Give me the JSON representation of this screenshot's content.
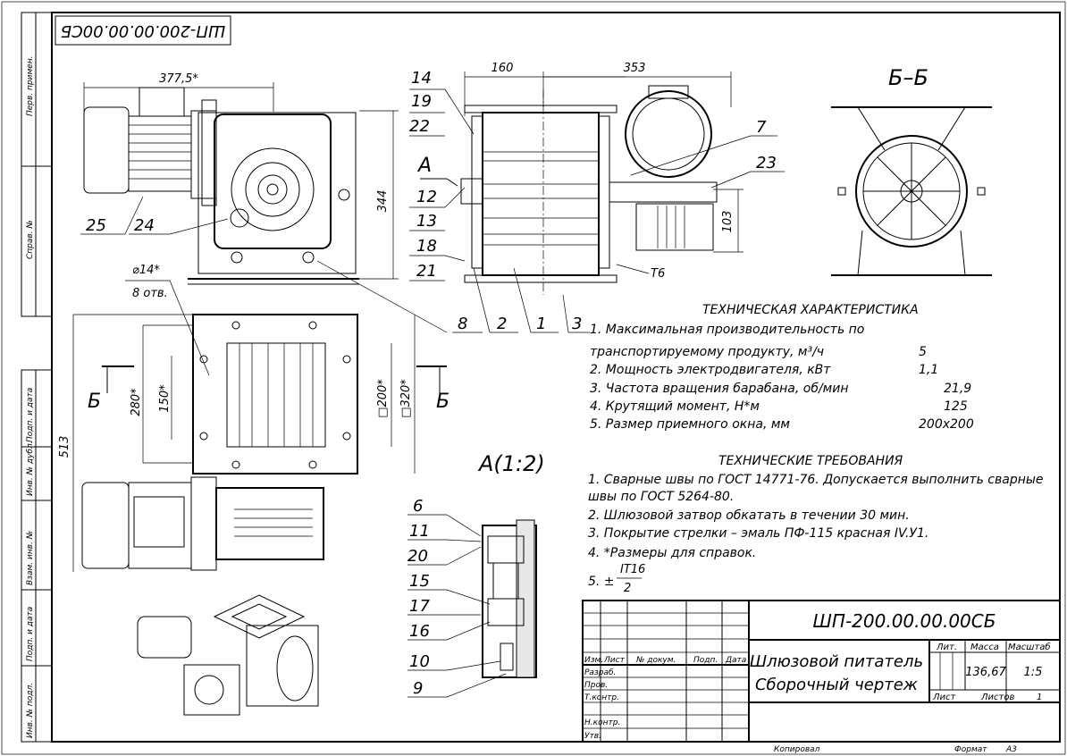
{
  "drawing": {
    "inverted_code": "ШП-200.00.00.00СБ",
    "side_labels": [
      "Перв. примен.",
      "Справ. №",
      "Подп. и дата",
      "Инв. № дубл.",
      "Взам. инв. №",
      "Подп. и дата",
      "Инв. № подл."
    ],
    "dims_front": {
      "width": "377,5*",
      "height": "344"
    },
    "dims_side": {
      "left": "160",
      "right": "353",
      "shaft": "103",
      "t6": "T6"
    },
    "dims_plan": {
      "height": "513",
      "hole": "⌀14*",
      "holes_count": "8 отв.",
      "d280": "280*",
      "d150": "150*",
      "d200": "□200*",
      "d320": "□320*"
    },
    "callouts_side": [
      "14",
      "19",
      "22",
      "12",
      "13",
      "18",
      "21",
      "8",
      "2",
      "1",
      "3",
      "7",
      "23"
    ],
    "callouts_front": [
      "25",
      "24"
    ],
    "callouts_detail": [
      "6",
      "11",
      "20",
      "15",
      "17",
      "16",
      "10",
      "9"
    ],
    "view_a": "А",
    "section_bb": "Б–Б",
    "section_mark": "Б",
    "detail_a": "А(1:2)"
  },
  "tech_char": {
    "title": "ТЕХНИЧЕСКАЯ ХАРАКТЕРИСТИКА",
    "rows": [
      {
        "label": "1. Максимальная производительность по",
        "value": ""
      },
      {
        "label": "транспортируемому продукту, м³/ч",
        "value": "5"
      },
      {
        "label": "2. Мощность электродвигателя, кВт",
        "value": "1,1"
      },
      {
        "label": "3. Частота вращения барабана, об/мин",
        "value": "21,9"
      },
      {
        "label": "4. Крутящий момент, Н*м",
        "value": "125"
      },
      {
        "label": "5. Размер приемного окна, мм",
        "value": "200х200"
      }
    ]
  },
  "tech_req": {
    "title": "ТЕХНИЧЕСКИЕ ТРЕБОВАНИЯ",
    "lines": [
      "1. Сварные швы по ГОСТ 14771-76. Допускается выполнить сварные",
      "швы по ГОСТ 5264-80.",
      "2. Шлюзовой затвор обкатать в течении 30 мин.",
      "3. Покрытие стрелки – эмаль ПФ-115 красная IV.У1.",
      "4. *Размеры для справок.",
      "5. ±"
    ],
    "tol_num": "IT16",
    "tol_den": "2"
  },
  "title_block": {
    "code": "ШП-200.00.00.00СБ",
    "name_line1": "Шлюзовой питатель",
    "name_line2": "Сборочный чертеж",
    "header_cols": [
      "Изм.",
      "Лист",
      "№ докум.",
      "Подп.",
      "Дата"
    ],
    "roles": [
      "Разраб.",
      "Пров.",
      "Т.контр.",
      "",
      "Н.контр.",
      "Утв."
    ],
    "lit_label": "Лит.",
    "mass_label": "Масса",
    "scale_label": "Масштаб",
    "mass": "136,67",
    "scale": "1:5",
    "sheet_label": "Лист",
    "sheets_label": "Листов",
    "sheets": "1",
    "copied": "Копировал",
    "format_label": "Формат",
    "format": "А3"
  }
}
